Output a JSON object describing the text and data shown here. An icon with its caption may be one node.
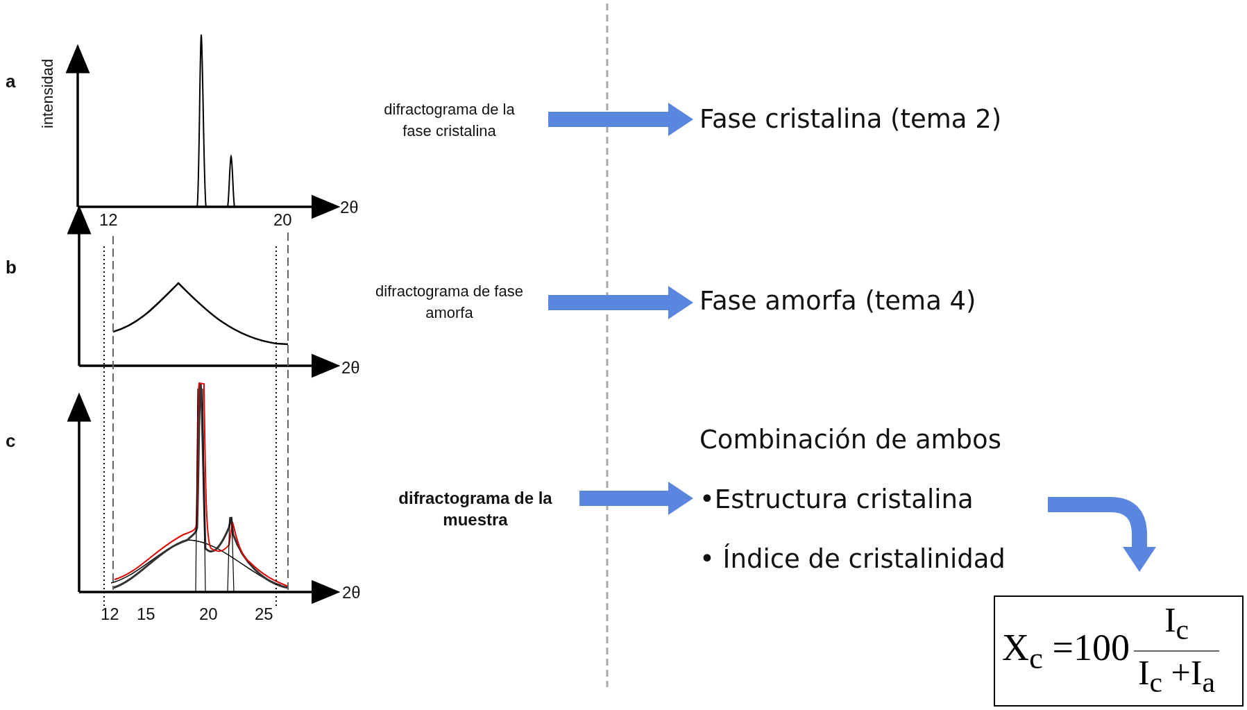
{
  "diagram": {
    "nodes": [
      {
        "text": [
          "difractograma de la fase cristalina"
        ]
      },
      {
        "text": [
          "Fase cristalina (tema 2)"
        ]
      },
      {
        "text": [
          "difractograma de fase amorfa"
        ]
      },
      {
        "text": [
          "Fase amorfa (tema 4)"
        ]
      },
      {
        "text": [
          "difractograma de la muestra"
        ]
      },
      {
        "text": [
          "Combinación de ambos",
          "•Estructura cristalina",
          "• Índice de cristalinidad"
        ]
      },
      {
        "text": [
          "X$_{c}$ =100",
          "I$_{c}$",
          "I$_{c}$ +I$_{a}$"
        ]
      }
    ],
    "edges": [
      {
        "from": 0,
        "to": 1,
        "arrow": "to"
      },
      {
        "from": 2,
        "to": 3,
        "arrow": "to"
      },
      {
        "from": 4,
        "to": 5,
        "arrow": "to"
      },
      {
        "from": 5,
        "to": 6,
        "arrow": "to"
      }
    ],
    "labels": [
      "a",
      "intensidad",
      "2θ",
      "12",
      "20",
      "b",
      "2θ",
      "c",
      "2θ",
      "12",
      "15",
      "20",
      "25"
    ]
  }
}
